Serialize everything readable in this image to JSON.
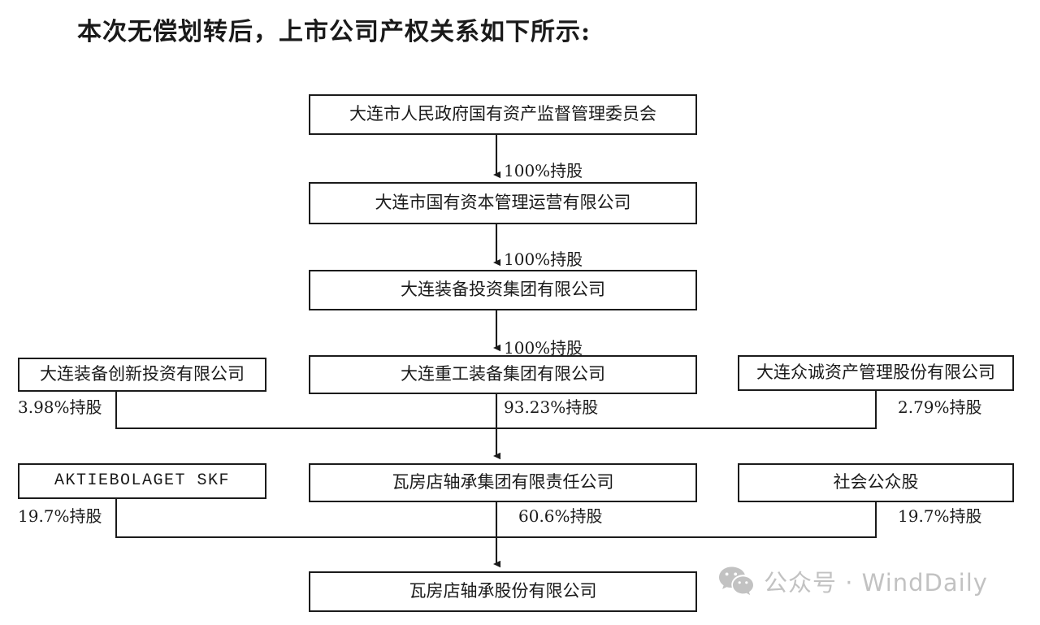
{
  "title": "本次无偿划转后，上市公司产权关系如下所示:",
  "diagram": {
    "type": "org-ownership-chart",
    "nodes": [
      {
        "id": "sasac",
        "label": "大连市人民政府国有资产监督管理委员会"
      },
      {
        "id": "capital",
        "label": "大连市国有资本管理运营有限公司"
      },
      {
        "id": "equipinv",
        "label": "大连装备投资集团有限公司"
      },
      {
        "id": "heavy",
        "label": "大连重工装备集团有限公司"
      },
      {
        "id": "innov",
        "label": "大连装备创新投资有限公司"
      },
      {
        "id": "zhongch",
        "label": "大连众诚资产管理股份有限公司"
      },
      {
        "id": "wfdgroup",
        "label": "瓦房店轴承集团有限责任公司"
      },
      {
        "id": "skf",
        "label": "AKTIEBOLAGET SKF"
      },
      {
        "id": "public",
        "label": "社会公众股"
      },
      {
        "id": "wfdco",
        "label": "瓦房店轴承股份有限公司"
      }
    ],
    "edges": [
      {
        "from": "sasac",
        "to": "capital",
        "label": "100%持股"
      },
      {
        "from": "capital",
        "to": "equipinv",
        "label": "100%持股"
      },
      {
        "from": "equipinv",
        "to": "heavy",
        "label": "100%持股"
      },
      {
        "from": "heavy",
        "to": "wfdgroup",
        "label": "93.23%持股"
      },
      {
        "from": "innov",
        "to": "wfdgroup",
        "label": "3.98%持股"
      },
      {
        "from": "zhongch",
        "to": "wfdgroup",
        "label": "2.79%持股"
      },
      {
        "from": "wfdgroup",
        "to": "wfdco",
        "label": "60.6%持股"
      },
      {
        "from": "skf",
        "to": "wfdco",
        "label": "19.7%持股"
      },
      {
        "from": "public",
        "to": "wfdco",
        "label": "19.7%持股"
      }
    ]
  },
  "watermark": {
    "icon": "wechat-icon",
    "text": "公众号 · WindDaily",
    "color": "#c2c2c2"
  },
  "colors": {
    "background": "#ffffff",
    "ink": "#1b1b1b",
    "watermark": "#c2c2c2"
  }
}
